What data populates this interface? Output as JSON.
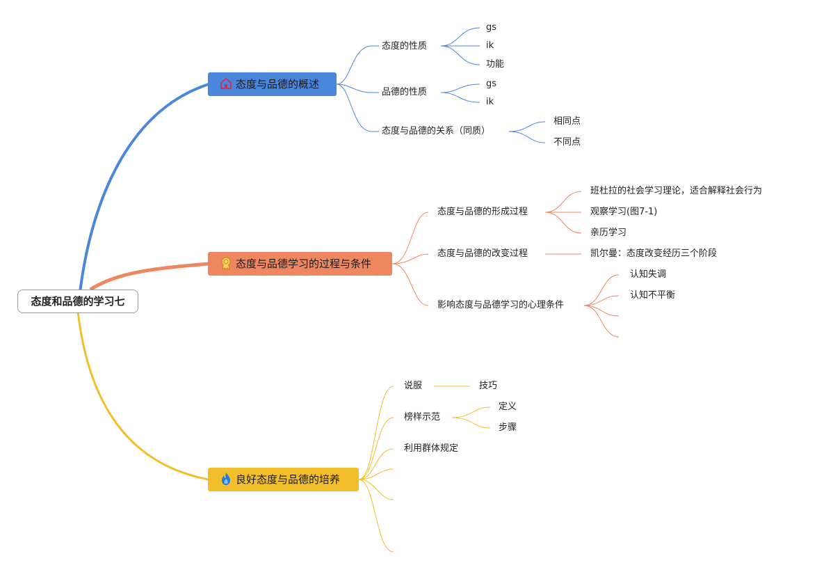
{
  "root": {
    "label": "态度和品德的学习七"
  },
  "branches": [
    {
      "label": "态度与品德的概述",
      "icon": "house-icon",
      "color": "#4a86d9",
      "children": [
        {
          "label": "态度的性质",
          "children": [
            "gs",
            "ik",
            "功能"
          ]
        },
        {
          "label": "品德的性质",
          "children": [
            "gs",
            "ik"
          ]
        },
        {
          "label": "态度与品德的关系（同质）",
          "children": [
            "相同点",
            "不同点"
          ]
        }
      ]
    },
    {
      "label": "态度与品德学习的过程与条件",
      "icon": "award-ribbon-icon",
      "color": "#ee8660",
      "children": [
        {
          "label": "态度与品德的形成过程",
          "children": [
            "班杜拉的社会学习理论，适合解释社会行为",
            "观察学习(图7-1)",
            "亲历学习"
          ]
        },
        {
          "label": "态度与品德的改变过程",
          "children": [
            "凯尔曼：态度改变经历三个阶段"
          ]
        },
        {
          "label": "影响态度与品德学习的心理条件",
          "children": [
            "认知失调",
            "认知不平衡",
            "",
            ""
          ]
        }
      ]
    },
    {
      "label": "良好态度与品德的培养",
      "icon": "flame-icon",
      "color": "#f2be2a",
      "children": [
        {
          "label": "说服",
          "children": [
            "技巧"
          ]
        },
        {
          "label": "榜样示范",
          "children": [
            "定义",
            "步骤"
          ]
        },
        {
          "label": "利用群体规定",
          "children": []
        },
        {
          "label": "",
          "children": []
        },
        {
          "label": "",
          "children": []
        },
        {
          "label": "",
          "children": []
        }
      ]
    }
  ]
}
